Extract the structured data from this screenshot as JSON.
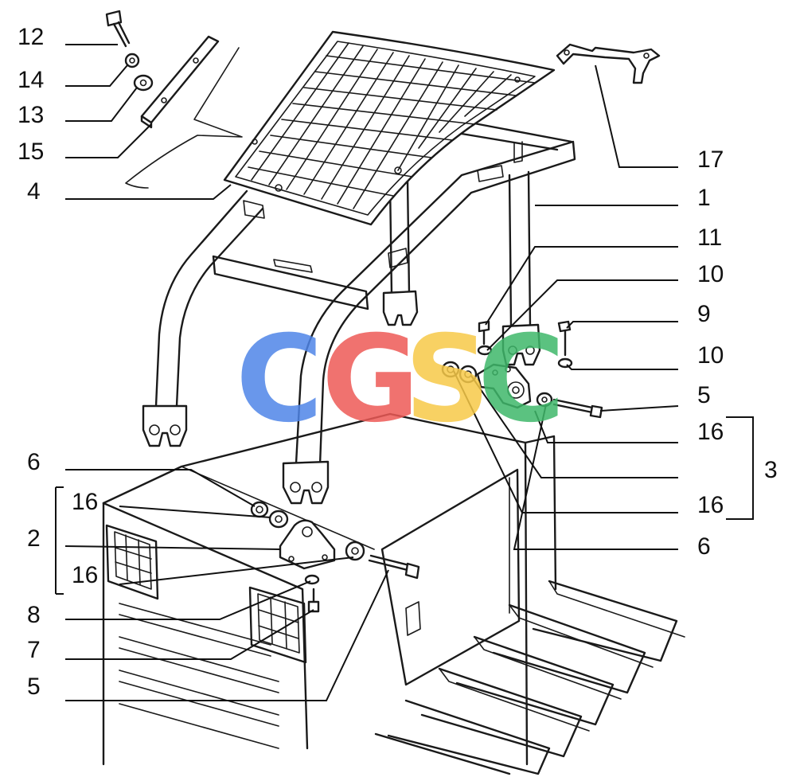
{
  "callouts": {
    "c12": "12",
    "c14": "14",
    "c13": "13",
    "c15": "15",
    "c4": "4",
    "c17": "17",
    "c1": "1",
    "c11": "11",
    "c10a": "10",
    "c9": "9",
    "c10b": "10",
    "c5a": "5",
    "c16a": "16",
    "c3": "3",
    "c16b": "16",
    "c6a": "6",
    "c6b": "6",
    "c16c": "16",
    "c2": "2",
    "c16d": "16",
    "c8": "8",
    "c7": "7",
    "c5b": "5"
  },
  "watermark": {
    "letters": [
      "C",
      "G",
      "S",
      "C"
    ],
    "colors": [
      "#4f86e8",
      "#ee5a56",
      "#f7c948",
      "#3fb86a"
    ]
  },
  "colors": {
    "ink": "#1a1a1a",
    "paper": "#ffffff"
  }
}
